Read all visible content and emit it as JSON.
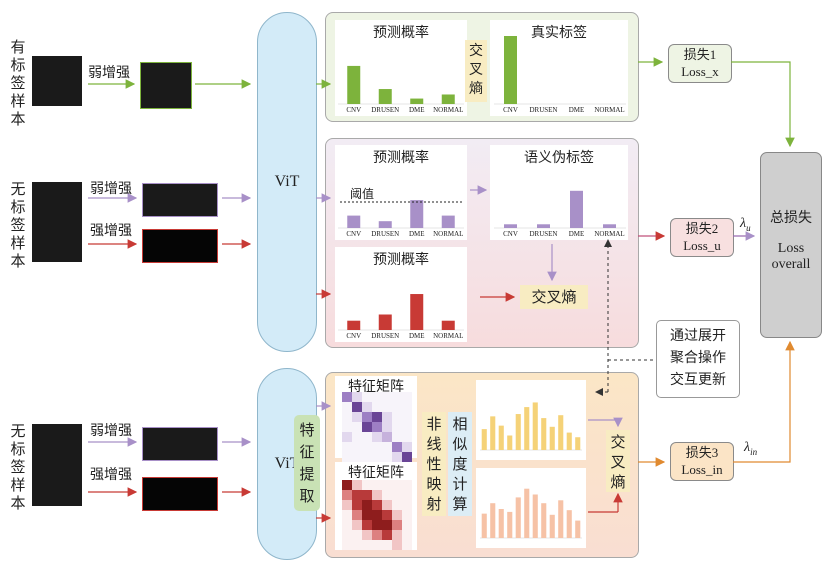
{
  "inputs": {
    "labeled": "有标签样本",
    "unlabeled_1": "无标签样本",
    "unlabeled_2": "无标签样本",
    "weak": "弱增强",
    "strong": "强增强"
  },
  "vit": "ViT",
  "feature_extract": "特征提取",
  "panel1": {
    "pred": "预测概率",
    "cross": "交叉熵",
    "truth": "真实标签"
  },
  "panel2": {
    "pred": "预测概率",
    "pseudo": "语义伪标签",
    "threshold": "阈值",
    "pred2": "预测概率",
    "cross": "交叉熵"
  },
  "panel3": {
    "matrix1": "特征矩阵",
    "matrix2": "特征矩阵",
    "nonlinear": "非线性映射",
    "similarity": "相似度计算",
    "cross": "交叉熵"
  },
  "losses": {
    "l1": [
      "损失1",
      "Loss_x"
    ],
    "l2": [
      "损失2",
      "Loss_u"
    ],
    "l3": [
      "损失3",
      "Loss_in"
    ],
    "total": [
      "总损失",
      "Loss",
      "overall"
    ]
  },
  "lambdas": {
    "u": "u",
    "in": "in",
    "symbol": "λ"
  },
  "note": [
    "通过展开",
    "聚合操作",
    "交互更新"
  ],
  "colors": {
    "green": "#7db33c",
    "purple": "#a890c8",
    "red": "#c83a35",
    "yellow": "#f5d278",
    "peach": "#f6c2a6"
  },
  "chart_data": [
    {
      "type": "bar",
      "title": "预测概率",
      "categories": [
        "CNV",
        "DRUSEN",
        "DME",
        "NORMAL"
      ],
      "values": [
        0.56,
        0.22,
        0.08,
        0.14
      ],
      "color": "#7db33c"
    },
    {
      "type": "bar",
      "title": "真实标签",
      "categories": [
        "CNV",
        "DRUSEN",
        "DME",
        "NORMAL"
      ],
      "values": [
        1.0,
        0.0,
        0.0,
        0.0
      ],
      "color": "#7db33c"
    },
    {
      "type": "bar",
      "title": "预测概率",
      "categories": [
        "CNV",
        "DRUSEN",
        "DME",
        "NORMAL"
      ],
      "values": [
        0.2,
        0.11,
        0.45,
        0.2
      ],
      "threshold": 0.42,
      "threshold_label": "阈值",
      "color": "#a890c8"
    },
    {
      "type": "bar",
      "title": "语义伪标签",
      "categories": [
        "CNV",
        "DRUSEN",
        "DME",
        "NORMAL"
      ],
      "values": [
        0.06,
        0.06,
        0.6,
        0.06
      ],
      "color": "#a890c8"
    },
    {
      "type": "bar",
      "title": "预测概率",
      "categories": [
        "CNV",
        "DRUSEN",
        "DME",
        "NORMAL"
      ],
      "values": [
        0.15,
        0.25,
        0.58,
        0.15
      ],
      "color": "#c83a35"
    },
    {
      "type": "bar",
      "values": [
        0.36,
        0.58,
        0.42,
        0.25,
        0.62,
        0.74,
        0.82,
        0.55,
        0.4,
        0.6,
        0.3,
        0.22
      ],
      "color": "#f5d278"
    },
    {
      "type": "bar",
      "values": [
        0.42,
        0.6,
        0.5,
        0.45,
        0.7,
        0.85,
        0.75,
        0.6,
        0.4,
        0.65,
        0.48,
        0.3
      ],
      "color": "#f6c2a6"
    }
  ]
}
